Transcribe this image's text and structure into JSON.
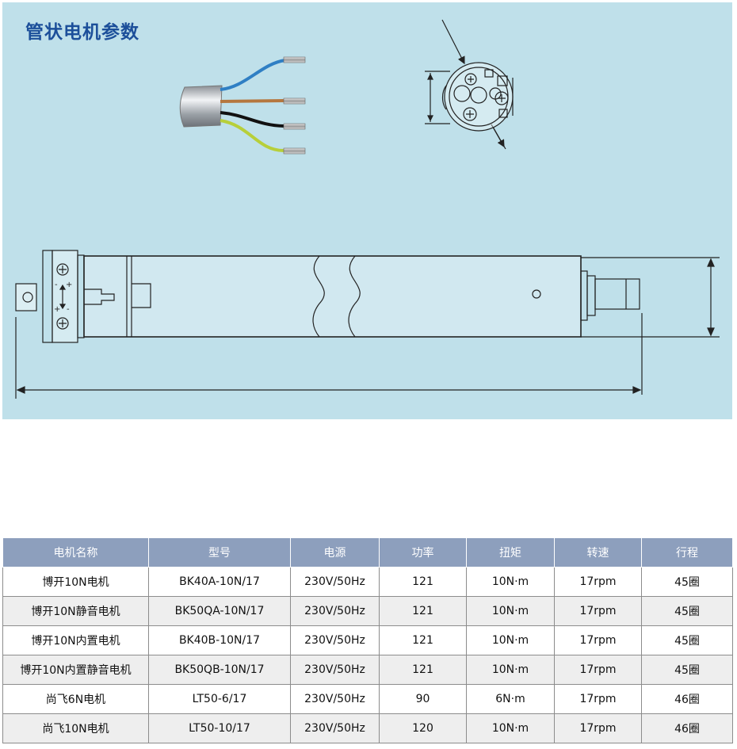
{
  "panel": {
    "title": "管状电机参数",
    "background": "#bfe0ea",
    "title_color": "#1c4f9a",
    "figures": [
      "cable-illustration",
      "motor-head-end-view",
      "tubular-motor-side-view"
    ],
    "wire_colors": {
      "blue": "#2f7fc4",
      "brown": "#b5773f",
      "black": "#111111",
      "green_yellow": "#b7cf3a"
    }
  },
  "table": {
    "header_color": "#8d9fbd",
    "columns": [
      "电机名称",
      "型号",
      "电源",
      "功率",
      "扭矩",
      "转速",
      "行程"
    ],
    "rows": [
      [
        "博开10N电机",
        "BK40A-10N/17",
        "230V/50Hz",
        "121",
        "10N·m",
        "17rpm",
        "45圈"
      ],
      [
        "博开10N静音电机",
        "BK50QA-10N/17",
        "230V/50Hz",
        "121",
        "10N·m",
        "17rpm",
        "45圈"
      ],
      [
        "博开10N内置电机",
        "BK40B-10N/17",
        "230V/50Hz",
        "121",
        "10N·m",
        "17rpm",
        "45圈"
      ],
      [
        "博开10N内置静音电机",
        "BK50QB-10N/17",
        "230V/50Hz",
        "121",
        "10N·m",
        "17rpm",
        "45圈"
      ],
      [
        "尚飞6N电机",
        "LT50-6/17",
        "230V/50Hz",
        "90",
        "6N·m",
        "17rpm",
        "46圈"
      ],
      [
        "尚飞10N电机",
        "LT50-10/17",
        "230V/50Hz",
        "120",
        "10N·m",
        "17rpm",
        "46圈"
      ]
    ]
  }
}
